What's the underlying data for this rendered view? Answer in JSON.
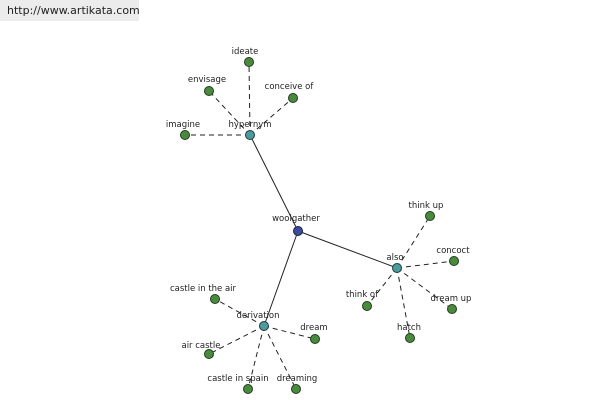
{
  "watermark": "http://www.artikata.com",
  "root": {
    "label": "woolgather"
  },
  "hubs": [
    {
      "id": "hypernym",
      "label": "hypernym",
      "leaves": [
        "ideate",
        "envisage",
        "conceive of",
        "imagine"
      ]
    },
    {
      "id": "also",
      "label": "also",
      "leaves": [
        "think up",
        "concoct",
        "dream up",
        "hatch",
        "think of"
      ]
    },
    {
      "id": "derivation",
      "label": "derivation",
      "leaves": [
        "castle in the air",
        "dream",
        "dreaming",
        "castle in spain",
        "air castle"
      ]
    }
  ],
  "colors": {
    "root": "#3d4b9a",
    "hub": "#4d9a9c",
    "leaf": "#4a8a3f"
  }
}
